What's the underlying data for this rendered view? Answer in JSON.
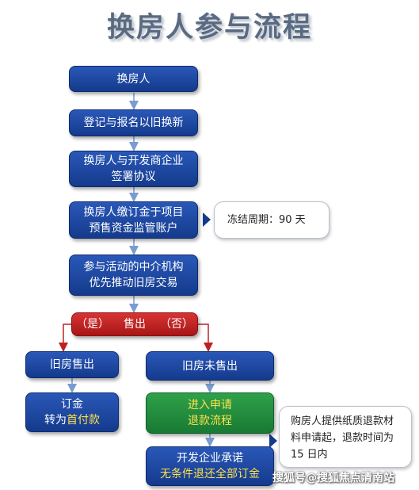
{
  "title": "换房人参与流程",
  "steps": {
    "s1": "换房人",
    "s2": "登记与报名以旧换新",
    "s3": {
      "line1": "换房人与开发商企业",
      "line2": "签署协议"
    },
    "s4": {
      "line1": "换房人缴订金于项目",
      "line2": "预售资金监管账户"
    },
    "s5": {
      "line1": "参与活动的中介机构",
      "line2": "优先推动旧房交易"
    }
  },
  "freeze_note": "冻结周期：90 天",
  "decision": {
    "yes": "（是）",
    "label": "售出",
    "no": "（否）"
  },
  "sold": {
    "title": "旧房售出",
    "result_line1": "订金",
    "result_line2_prefix": "转为",
    "result_line2_highlight": "首付款"
  },
  "unsold": {
    "title": "旧房未售出",
    "refund_line1": "进入申请",
    "refund_line2": "退款流程",
    "promise_line1": "开发企业承诺",
    "promise_line2": "无条件退还全部订金"
  },
  "refund_note": {
    "line1": "购房人提供纸质退款材",
    "line2": "料申请起，退款时间为",
    "line3": "15 日内"
  },
  "watermark": "搜狐号@搜狐焦点清南站",
  "colors": {
    "blue": "#1b45a0",
    "green": "#1f8a3c",
    "red": "#c02020",
    "highlight": "#ffe24a"
  }
}
